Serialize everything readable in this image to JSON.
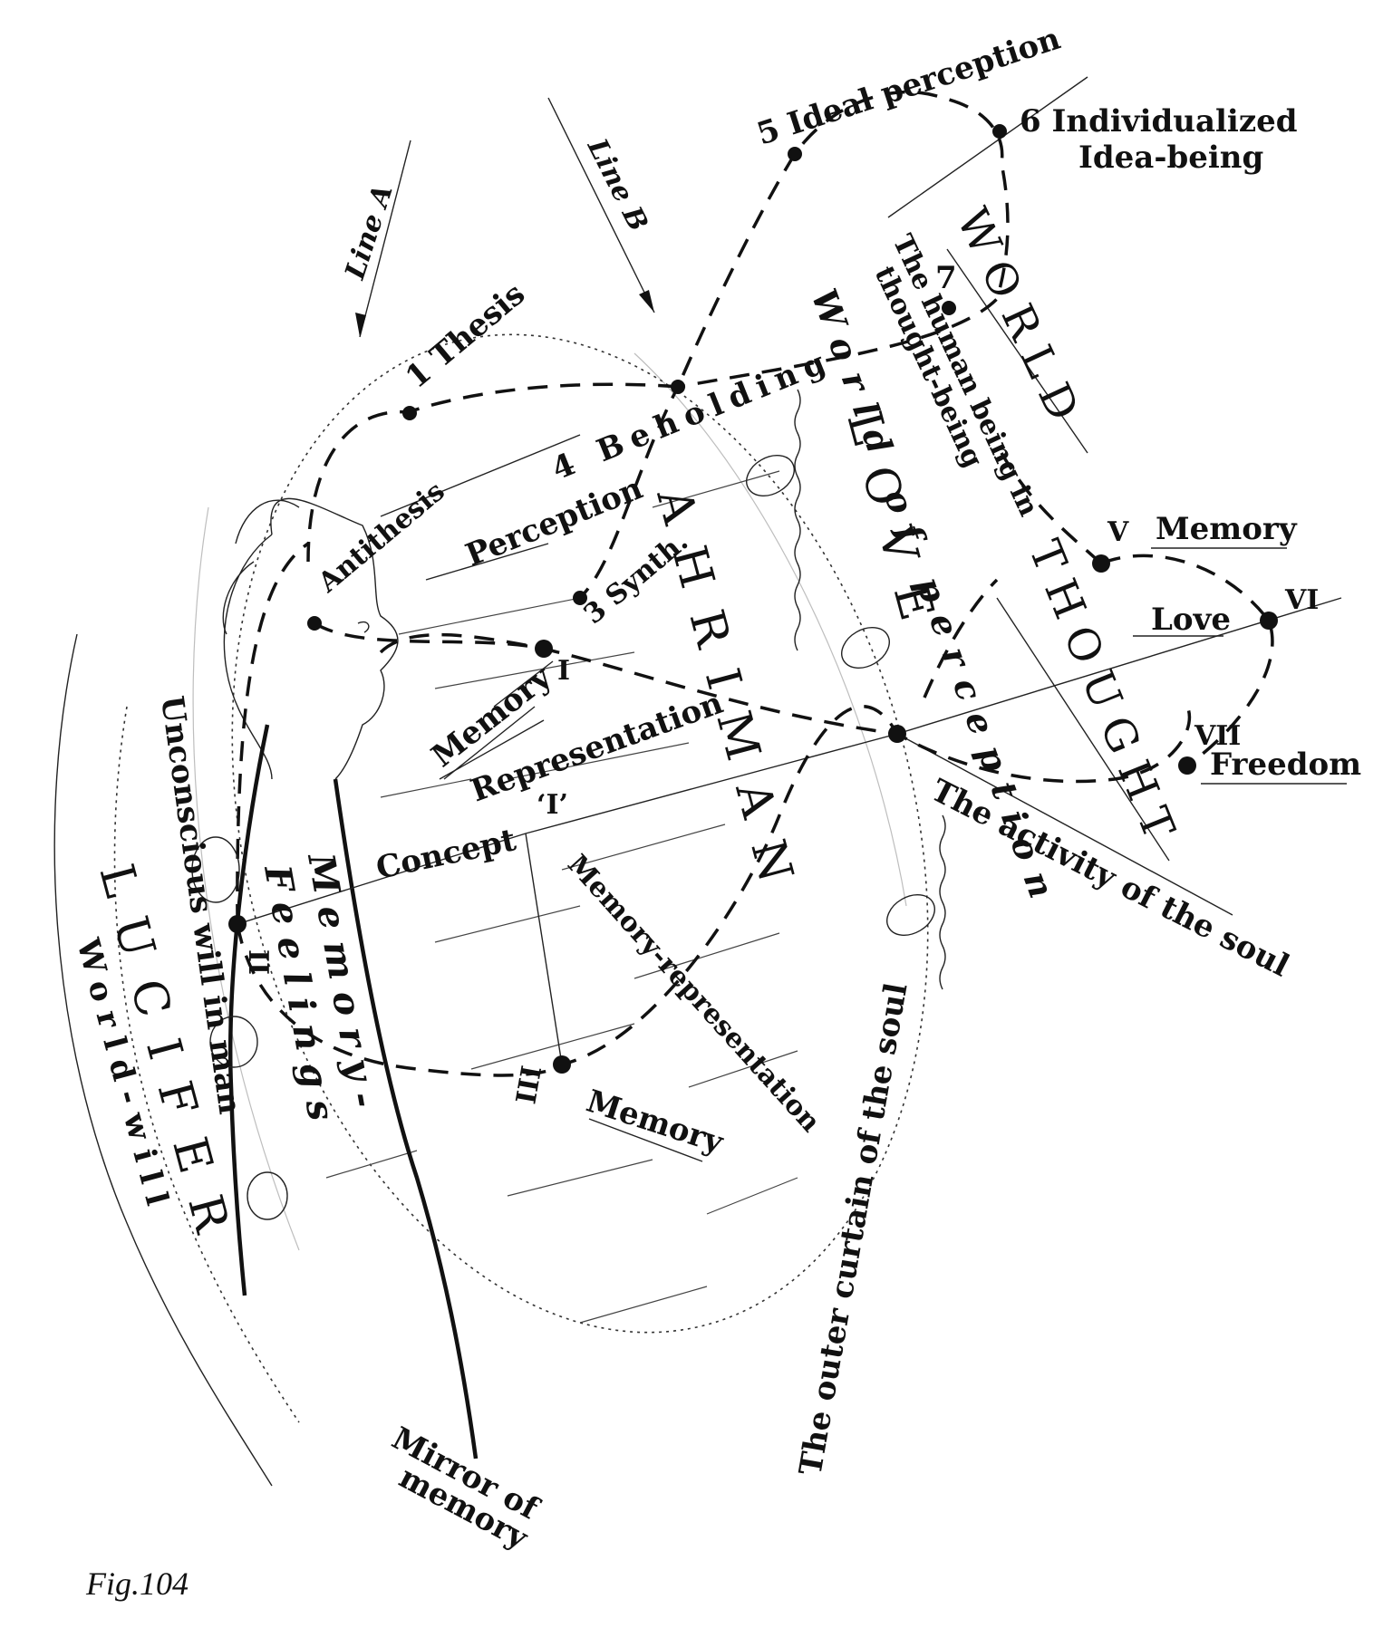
{
  "figure": {
    "caption": "Fig.104",
    "lines": {
      "line_a": "Line A",
      "line_b": "Line B"
    },
    "nodes": {
      "n1": "1 Thesis",
      "n2": "Antithesis",
      "n3": "3 Synth.",
      "n4": "4 Beholding",
      "n5": "5 Ideal perception",
      "n6a": "6 Individualized",
      "n6b": "Idea-being",
      "n7": "7",
      "nI": "I",
      "nII": "II",
      "nIII": "III",
      "nV": "V",
      "nVI": "VI",
      "nVII": "VII"
    },
    "labels": {
      "perception": "Perception",
      "memory_left": "Memory",
      "representation": "Representation",
      "i_label": "‘I’",
      "concept": "Concept",
      "memory_representation": "Memory-representation",
      "memory_bottom": "Memory",
      "memory_right": "Memory",
      "love": "Love",
      "freedom": "Freedom",
      "activity_of_soul": "The activity of the soul",
      "outer_curtain": "The outer curtain of the soul",
      "mirror_of": "Mirror of",
      "memory_mirror": "memory",
      "unconscious_will": "Unconscious will in man",
      "world_will": "World-will",
      "world_of_perception": "World of perception",
      "human_being_1": "The human being in",
      "human_being_2": "thought-being",
      "memory_feelings_1": "Memory-",
      "memory_feelings_2": "Feelings"
    },
    "beings": {
      "ahriman": "AHRIMAN",
      "lucifer": "LUCIFER",
      "world": "WORLD",
      "love_big": "LOVE",
      "thought": "THOUGHT"
    }
  }
}
